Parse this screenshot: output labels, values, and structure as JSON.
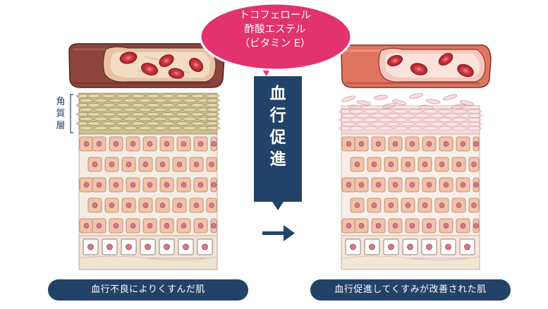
{
  "label_side": [
    "角",
    "質",
    "層"
  ],
  "bubble_lines": [
    "トコフェロール",
    "酢酸エステル",
    "（ビタミン E）"
  ],
  "banner_chars": [
    "血",
    "行",
    "促",
    "進"
  ],
  "caption_before": "血行不良によりくすんだ肌",
  "caption_after": "血行促進してくすみが改善された肌",
  "colors": {
    "navy": "#234267",
    "bubble": "#e2336f",
    "horny_dull": "#cdbf8f",
    "horny_healthy": "#f7d6d8",
    "cell": "#f1c3a8",
    "nucleus": "#d9778c",
    "vessel_dull": "#9a4f45",
    "vessel_healthy": "#e07560",
    "blood_cell": "#c52a35"
  },
  "icons": [
    "arrow-right-icon"
  ]
}
